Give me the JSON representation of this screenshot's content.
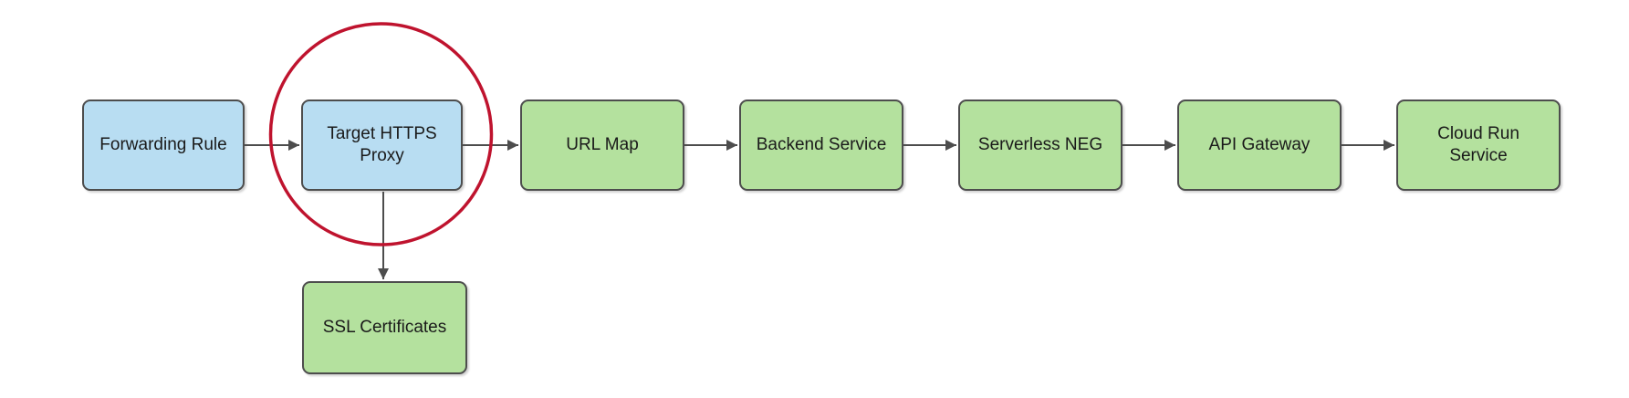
{
  "diagram": {
    "nodes": [
      {
        "id": "forwarding-rule",
        "label": "Forwarding Rule",
        "fill": "#B8DDF2",
        "shape": "rounded-rectangle"
      },
      {
        "id": "target-https-proxy",
        "label": "Target HTTPS Proxy",
        "fill": "#B8DDF2",
        "shape": "rounded-rectangle",
        "highlighted": true
      },
      {
        "id": "url-map",
        "label": "URL Map",
        "fill": "#B4E19E",
        "shape": "rounded-rectangle"
      },
      {
        "id": "backend-service",
        "label": "Backend Service",
        "fill": "#B4E19E",
        "shape": "rounded-rectangle"
      },
      {
        "id": "serverless-neg",
        "label": "Serverless NEG",
        "fill": "#B4E19E",
        "shape": "rounded-rectangle"
      },
      {
        "id": "api-gateway",
        "label": "API Gateway",
        "fill": "#B4E19E",
        "shape": "rounded-rectangle"
      },
      {
        "id": "cloud-run-service",
        "label": "Cloud Run Service",
        "fill": "#B4E19E",
        "shape": "rounded-rectangle"
      },
      {
        "id": "ssl-certificates",
        "label": "SSL Certificates",
        "fill": "#B4E19E",
        "shape": "rounded-rectangle"
      }
    ],
    "edges": [
      {
        "from": "Forwarding Rule",
        "to": "Target HTTPS Proxy",
        "direction": "right"
      },
      {
        "from": "Target HTTPS Proxy",
        "to": "URL Map",
        "direction": "right"
      },
      {
        "from": "URL Map",
        "to": "Backend Service",
        "direction": "right"
      },
      {
        "from": "Backend Service",
        "to": "Serverless NEG",
        "direction": "right"
      },
      {
        "from": "Serverless NEG",
        "to": "API Gateway",
        "direction": "right"
      },
      {
        "from": "API Gateway",
        "to": "Cloud Run Service",
        "direction": "right"
      },
      {
        "from": "Target HTTPS Proxy",
        "to": "SSL Certificates",
        "direction": "down"
      }
    ],
    "annotation": {
      "shape": "circle",
      "around": "Target HTTPS Proxy",
      "color": "#BF132E"
    },
    "colors": {
      "blue_fill": "#B8DDF2",
      "green_fill": "#B4E19E",
      "border": "#4D4D4D",
      "arrow": "#4D4D4D",
      "highlight_circle": "#BF132E",
      "text": "#1A1A1A",
      "background": "#FFFFFF"
    }
  }
}
